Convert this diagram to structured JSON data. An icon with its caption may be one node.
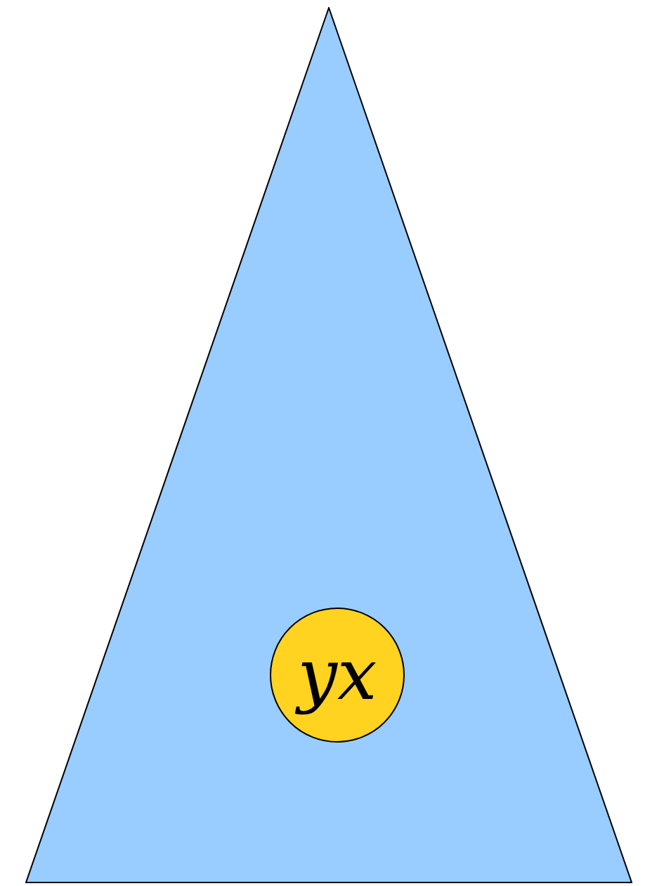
{
  "diagram": {
    "nodes": [
      {
        "text": [],
        "shape": "triangle"
      },
      {
        "text": [
          "yx"
        ],
        "in": 0
      }
    ]
  }
}
